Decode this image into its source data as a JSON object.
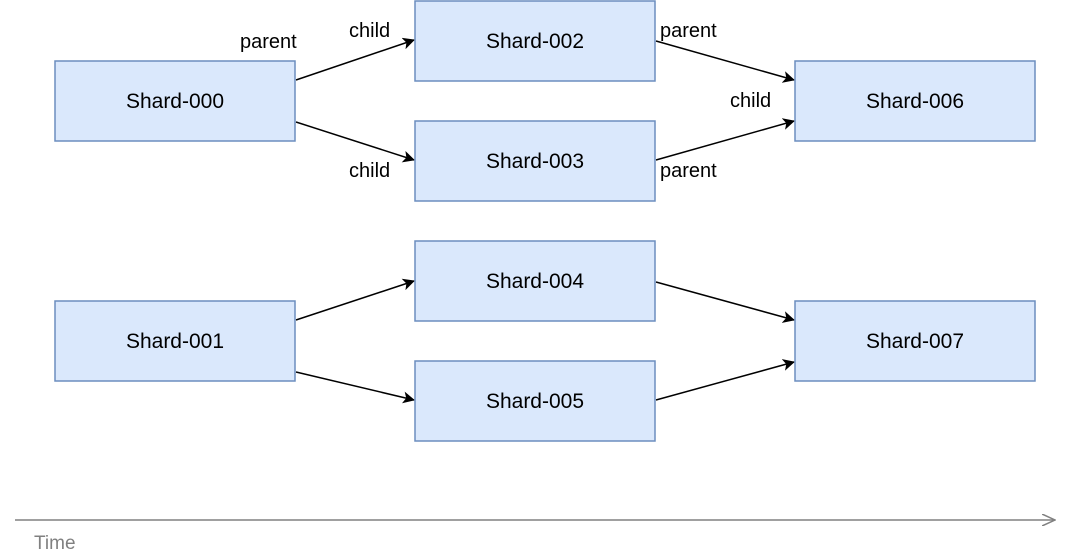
{
  "colors": {
    "node_fill": "#dae8fc",
    "node_stroke": "#6c8ebf",
    "edge": "#000000",
    "axis": "#808080"
  },
  "axis": {
    "label": "Time"
  },
  "nodes": [
    {
      "id": "shard-000",
      "label": "Shard-000"
    },
    {
      "id": "shard-001",
      "label": "Shard-001"
    },
    {
      "id": "shard-002",
      "label": "Shard-002"
    },
    {
      "id": "shard-003",
      "label": "Shard-003"
    },
    {
      "id": "shard-004",
      "label": "Shard-004"
    },
    {
      "id": "shard-005",
      "label": "Shard-005"
    },
    {
      "id": "shard-006",
      "label": "Shard-006"
    },
    {
      "id": "shard-007",
      "label": "Shard-007"
    }
  ],
  "edges": [
    {
      "from": "shard-000",
      "to": "shard-002",
      "source_label": "parent",
      "target_label": "child"
    },
    {
      "from": "shard-000",
      "to": "shard-003",
      "source_label": "",
      "target_label": "child"
    },
    {
      "from": "shard-002",
      "to": "shard-006",
      "source_label": "parent",
      "target_label": "child"
    },
    {
      "from": "shard-003",
      "to": "shard-006",
      "source_label": "parent",
      "target_label": ""
    },
    {
      "from": "shard-001",
      "to": "shard-004",
      "source_label": "",
      "target_label": ""
    },
    {
      "from": "shard-001",
      "to": "shard-005",
      "source_label": "",
      "target_label": ""
    },
    {
      "from": "shard-004",
      "to": "shard-007",
      "source_label": "",
      "target_label": ""
    },
    {
      "from": "shard-005",
      "to": "shard-007",
      "source_label": "",
      "target_label": ""
    }
  ]
}
